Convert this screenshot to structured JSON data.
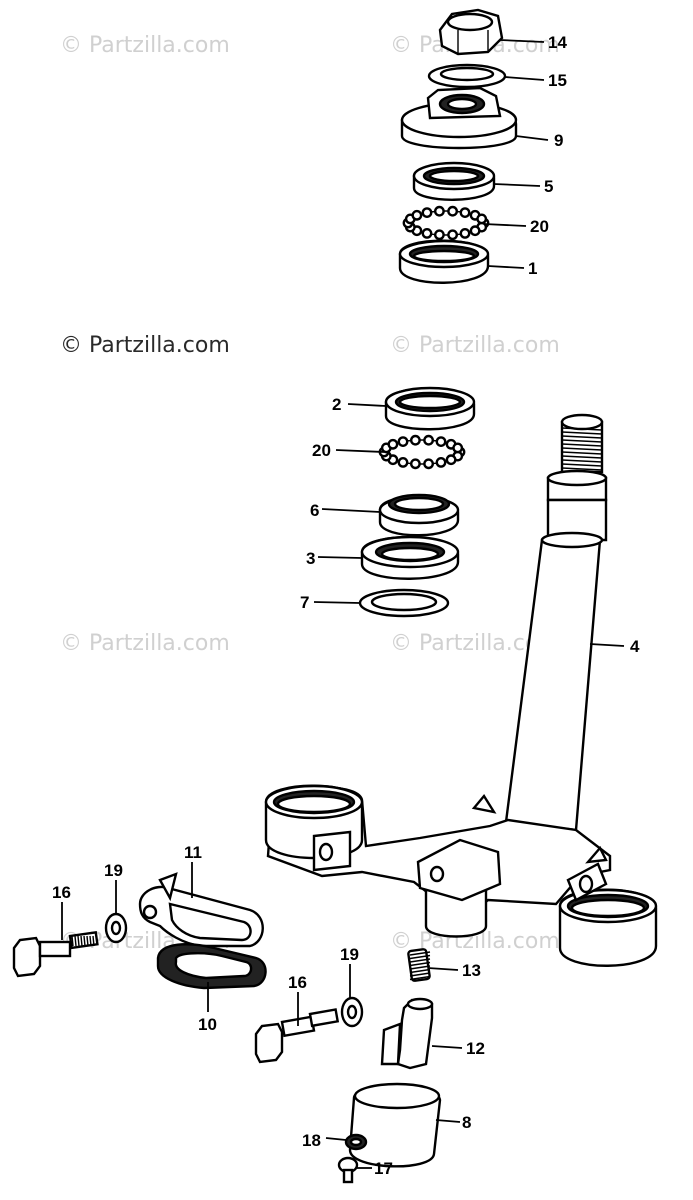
{
  "watermark": "© Partzilla.com",
  "footer_note": "",
  "part_numbers": [
    "14",
    "15",
    "9",
    "5",
    "20",
    "1",
    "2",
    "20",
    "6",
    "3",
    "7",
    "4",
    "11",
    "19",
    "16",
    "10",
    "13",
    "19",
    "16",
    "12",
    "8",
    "18",
    "17"
  ]
}
